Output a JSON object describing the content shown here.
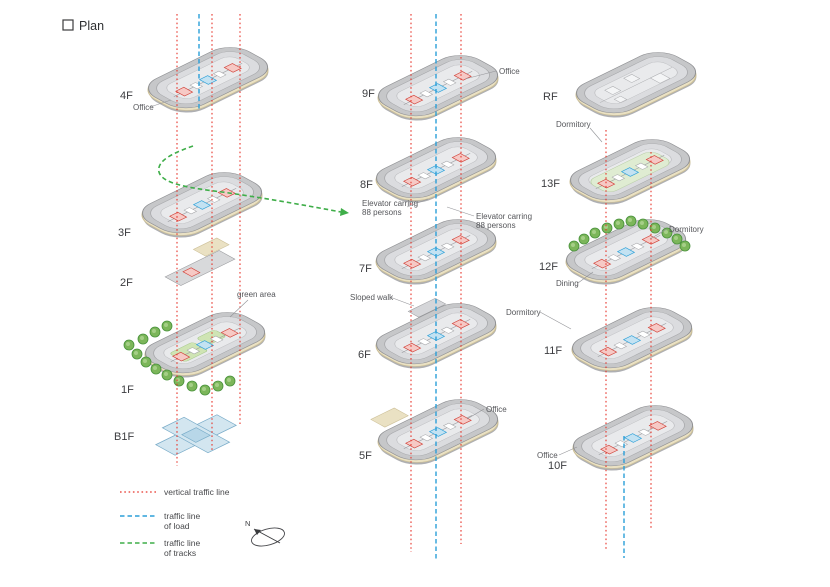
{
  "title": {
    "text": "Plan"
  },
  "floors": {
    "f4": {
      "label": "4F"
    },
    "f3": {
      "label": "3F"
    },
    "f2": {
      "label": "2F"
    },
    "f1": {
      "label": "1F"
    },
    "b1": {
      "label": "B1F"
    },
    "f9": {
      "label": "9F"
    },
    "f8": {
      "label": "8F"
    },
    "f7": {
      "label": "7F"
    },
    "f6": {
      "label": "6F"
    },
    "f5": {
      "label": "5F"
    },
    "rf": {
      "label": "RF"
    },
    "f13": {
      "label": "13F"
    },
    "f12": {
      "label": "12F"
    },
    "f11": {
      "label": "11F"
    },
    "f10": {
      "label": "10F"
    }
  },
  "annotations": {
    "office4": "Office",
    "green_area": "green area",
    "office9": "Office",
    "elevator_left": {
      "line1": "Elevator carring",
      "line2": "88 persons"
    },
    "elevator_right": {
      "line1": "Elevator carring",
      "line2": "88 persons"
    },
    "sloped_walk": "Sloped walk",
    "office5": "Office",
    "dormitory13": "Dormitory",
    "dormitory12": "Dormitory",
    "dining": "Dining",
    "dormitory11": "Dormitory",
    "office10": "Office"
  },
  "legend": {
    "vertical": {
      "label": "vertical traffic line",
      "color": "#e63329",
      "style": "dotted"
    },
    "load": {
      "line1": "traffic line",
      "line2": "of load",
      "color": "#2b9fd8",
      "style": "dashed"
    },
    "tracks": {
      "line1": "traffic line",
      "line2": "of tracks",
      "color": "#3fae49",
      "style": "dashed"
    }
  },
  "compass": {
    "label": "N"
  },
  "colors": {
    "plate_slab": "#dbdcdf",
    "plate_inner": "#e9eaec",
    "plate_edge": "#c6c7c9",
    "walkway_beige": "#eae1c3",
    "green_floor": "#dfecd2",
    "tree_green": "#7cb65a",
    "basement_blue": "#d3e6f0"
  }
}
